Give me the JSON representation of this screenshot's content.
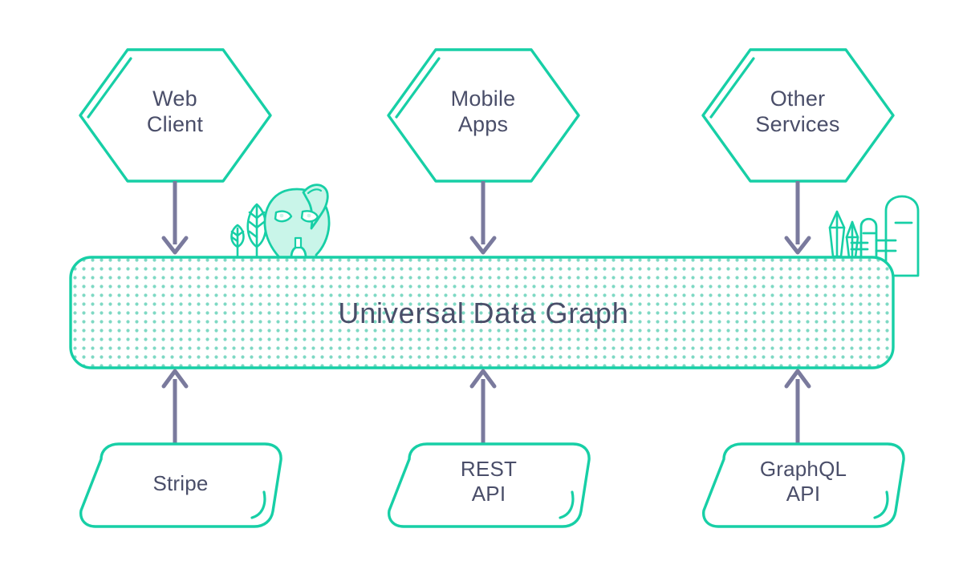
{
  "diagram": {
    "title": "Universal Data Graph",
    "background_color": "#ffffff",
    "accent_color": "#17cfa6",
    "text_color": "#4a4e69",
    "arrow_color": "#7a7a9d",
    "decor_fill": "#c9f5e9",
    "dot_color": "#7fd9c4"
  },
  "consumers": [
    {
      "id": "web-client",
      "label": "Web\nClient",
      "shape": "hexagon"
    },
    {
      "id": "mobile-apps",
      "label": "Mobile\nApps",
      "shape": "hexagon"
    },
    {
      "id": "other-services",
      "label": "Other\nServices",
      "shape": "hexagon"
    }
  ],
  "hub": {
    "label": "Universal Data Graph",
    "shape": "dotted-rounded-bar"
  },
  "sources": [
    {
      "id": "stripe",
      "label": "Stripe",
      "shape": "skewed-rounded-box"
    },
    {
      "id": "rest-api",
      "label": "REST\nAPI",
      "shape": "skewed-rounded-box"
    },
    {
      "id": "graphql-api",
      "label": "GraphQL\nAPI",
      "shape": "skewed-rounded-box"
    }
  ],
  "connectors": [
    {
      "id": "web-client-to-hub",
      "from": "web-client",
      "to": "hub",
      "direction": "down"
    },
    {
      "id": "mobile-apps-to-hub",
      "from": "mobile-apps",
      "to": "hub",
      "direction": "down"
    },
    {
      "id": "other-services-to-hub",
      "from": "other-services",
      "to": "hub",
      "direction": "down"
    },
    {
      "id": "stripe-to-hub",
      "from": "stripe",
      "to": "hub",
      "direction": "up"
    },
    {
      "id": "rest-api-to-hub",
      "from": "rest-api",
      "to": "hub",
      "direction": "up"
    },
    {
      "id": "graphql-api-to-hub",
      "from": "graphql-api",
      "to": "hub",
      "direction": "up"
    }
  ],
  "decorations": [
    {
      "id": "alien-mascot",
      "name": "alien-mascot-illustration"
    },
    {
      "id": "trees",
      "name": "tree-illustration"
    },
    {
      "id": "crystals",
      "name": "crystal-illustration"
    },
    {
      "id": "cacti",
      "name": "cactus-illustration"
    }
  ]
}
